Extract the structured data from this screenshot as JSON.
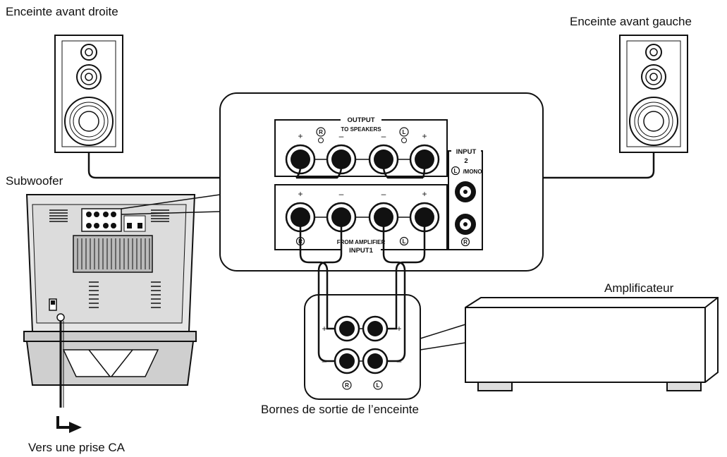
{
  "labels": {
    "speaker_right": "Enceinte avant droite",
    "speaker_left": "Enceinte avant gauche",
    "subwoofer": "Subwoofer",
    "amplifier": "Amplificateur",
    "speaker_terminals": "Bornes de sortie de l’enceinte",
    "ac_outlet": "Vers une prise CA"
  },
  "panel": {
    "output_title": "OUTPUT",
    "output_sub": "TO SPEAKERS",
    "input2_title": "INPUT",
    "input2_num": "2",
    "input2_mono": "/MONO",
    "from_amp": "FROM AMPLIFIER",
    "input1": "INPUT1",
    "r": "R",
    "l": "L",
    "plus": "+",
    "minus": "–"
  },
  "colors": {
    "line": "#111111",
    "fill": "#ffffff",
    "panel_bg": "#f2f2f2",
    "sub_body": "#e6e6e6"
  }
}
